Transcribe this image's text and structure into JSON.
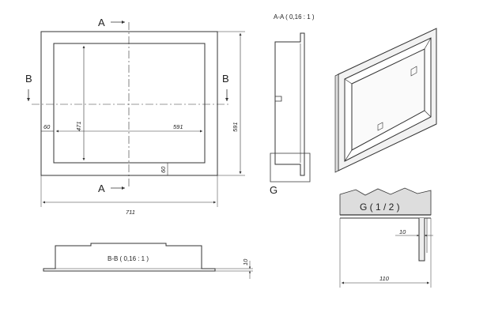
{
  "front_view": {
    "section_label_top": "A",
    "section_label_bottom": "A",
    "section_label_left": "B",
    "section_label_right": "B",
    "dim_inner_height": "471",
    "dim_inner_width": "591",
    "dim_outer_height": "591",
    "dim_outer_width": "711",
    "dim_left_margin": "60",
    "dim_bottom_margin": "60"
  },
  "section_aa": {
    "title": "A-A ( 0,16 : 1 )",
    "detail_marker": "G"
  },
  "section_bb": {
    "title": "B-B ( 0,16 : 1 )",
    "dim_height": "10"
  },
  "detail_g": {
    "title": "G ( 1 / 2 )",
    "dim_small": "10",
    "dim_width": "110"
  },
  "colors": {
    "line": "#333333",
    "hatch": "#888888",
    "shade": "#dddddd"
  }
}
